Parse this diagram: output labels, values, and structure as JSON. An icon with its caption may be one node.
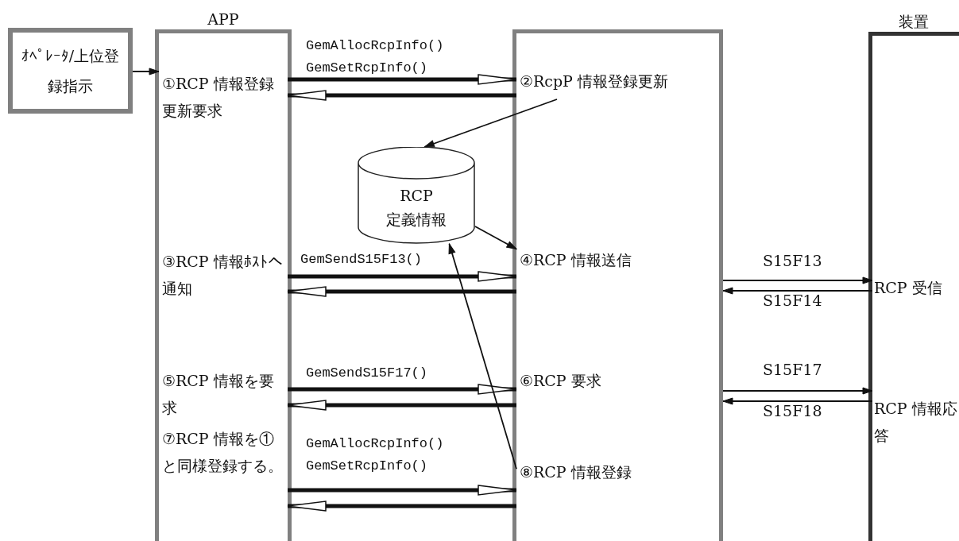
{
  "diagram": {
    "nodes": [
      {
        "text": [
          "ｵﾍﾟﾚｰﾀ/上位登録指示"
        ]
      },
      {
        "text": [
          "APP"
        ]
      },
      {
        "text": [
          "①RCP 情報登録更新要求"
        ],
        "in": 1
      },
      {
        "text": [
          "③RCP 情報ﾎｽﾄへ通知"
        ],
        "in": 1
      },
      {
        "text": [
          "⑤RCP 情報を要求"
        ],
        "in": 1
      },
      {
        "text": [
          "⑦RCP 情報を①と同様登録する。"
        ],
        "in": 1
      },
      {
        "text": [],
        "shape": "box"
      },
      {
        "text": [
          "②RcpP 情報登録更新"
        ],
        "in": 6
      },
      {
        "text": [
          "④RCP 情報送信"
        ],
        "in": 6
      },
      {
        "text": [
          "⑥RCP 要求"
        ],
        "in": 6
      },
      {
        "text": [
          "⑧RCP 情報登録"
        ],
        "in": 6
      },
      {
        "text": [
          "RCP 定義情報"
        ]
      },
      {
        "text": [
          "装置"
        ]
      },
      {
        "text": [
          "RCP 受信"
        ],
        "in": 12
      },
      {
        "text": [
          "RCP 情報応答"
        ],
        "in": 12
      }
    ],
    "edges": [
      {
        "from": 0,
        "to": 2,
        "arrow": "to"
      },
      {
        "from": 2,
        "to": 7,
        "arrow": "to",
        "label": "GemAllocRcpInfo() GemSetRcpInfo()",
        "style": "thick"
      },
      {
        "from": 7,
        "to": 2,
        "arrow": "to",
        "style": "thick"
      },
      {
        "from": 7,
        "to": 11,
        "arrow": "to"
      },
      {
        "from": 11,
        "to": 8,
        "arrow": "to"
      },
      {
        "from": 3,
        "to": 8,
        "arrow": "to",
        "label": "GemSendS15F13()",
        "style": "thick"
      },
      {
        "from": 8,
        "to": 3,
        "arrow": "to",
        "style": "thick"
      },
      {
        "from": 6,
        "to": 13,
        "arrow": "to",
        "label": "S15F13"
      },
      {
        "from": 13,
        "to": 6,
        "arrow": "to",
        "label": "S15F14"
      },
      {
        "from": 4,
        "to": 9,
        "arrow": "to",
        "label": "GemSendS15F17()",
        "style": "thick"
      },
      {
        "from": 9,
        "to": 4,
        "arrow": "to",
        "style": "thick"
      },
      {
        "from": 6,
        "to": 14,
        "arrow": "to",
        "label": "S15F17"
      },
      {
        "from": 14,
        "to": 6,
        "arrow": "to",
        "label": "S15F18"
      },
      {
        "from": 5,
        "to": 10,
        "arrow": "to",
        "label": "GemAllocRcpInfo() GemSetRcpInfo()",
        "style": "thick"
      },
      {
        "from": 10,
        "to": 5,
        "arrow": "to",
        "style": "thick"
      },
      {
        "from": 10,
        "to": 11,
        "arrow": "to"
      }
    ]
  }
}
